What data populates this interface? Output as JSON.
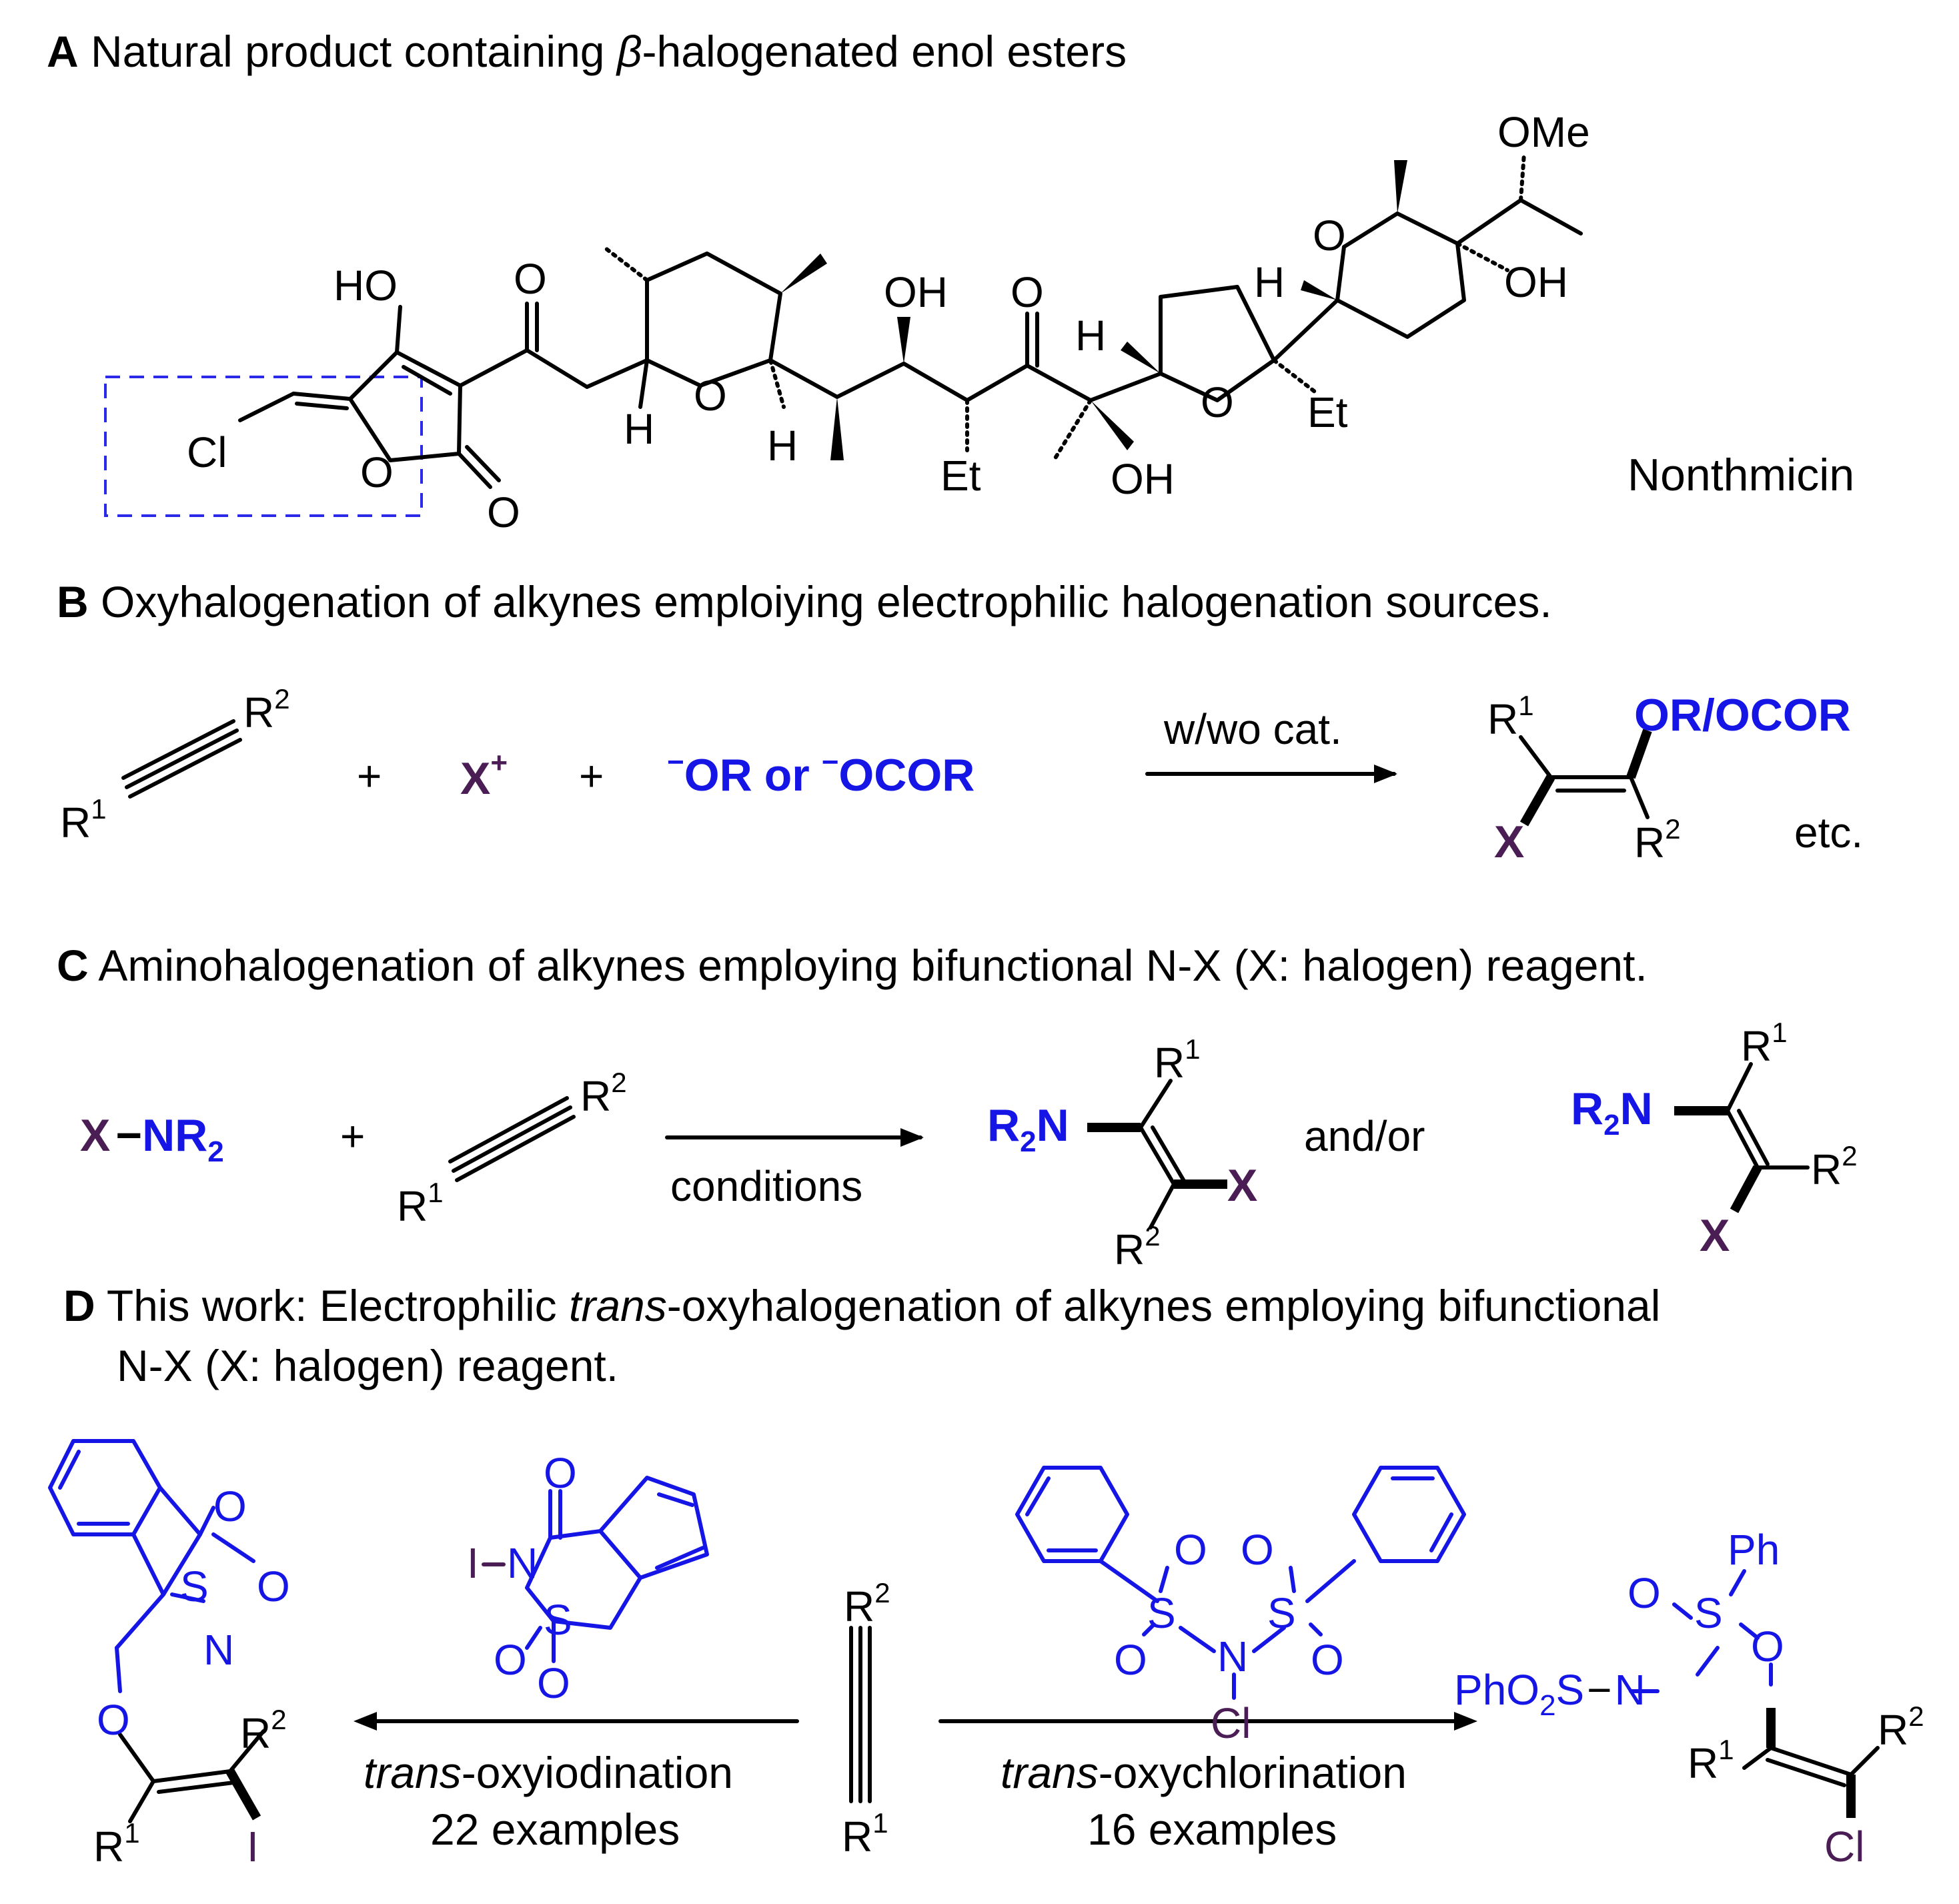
{
  "sections": {
    "A": {
      "letter": "A",
      "title_pre": " Natural product containing ",
      "title_beta": "β",
      "title_post": "-halogenated enol esters"
    },
    "B": {
      "letter": "B",
      "title": " Oxyhalogenation of alkynes emploiying electrophilic halogenation sources."
    },
    "C": {
      "letter": "C",
      "title": " Aminohalogenation of alkynes employing bifunctional N-X (X: halogen)  reagent."
    },
    "D": {
      "letter": "D",
      "title_pre": " This work: Electrophilic ",
      "title_it": "trans",
      "title_post": "-oxyhalogenation of alkynes employing bifunctional",
      "title_line2": "N-X (X: halogen) reagent."
    }
  },
  "nonthmicin": {
    "name": "Nonthmicin",
    "labels": {
      "ho": "HO",
      "o_ketone1": "O",
      "o_ketone2": "O",
      "oh1": "OH",
      "oh2": "OH",
      "oh3": "OH",
      "ome": "OMe",
      "cl": "Cl",
      "o_ring1": "O",
      "o_ring2": "O",
      "o_ring3": "O",
      "o_ring4": "O",
      "o_lactone": "O",
      "h1": "H",
      "h2": "H",
      "h3": "H",
      "h4": "H",
      "et1": "Et",
      "et2": "Et"
    }
  },
  "schemeB": {
    "r1": "R",
    "r1_sup": "1",
    "r2": "R",
    "r2_sup": "2",
    "plus": "+",
    "x": "X",
    "x_charge": "+",
    "minus": "−",
    "or": "OR",
    "or_word": "or",
    "ocor": "OCOR",
    "arrow_label": "w/wo cat.",
    "prod_oror": "OR/OCOR",
    "prod_x": "X",
    "etc": "etc."
  },
  "schemeC": {
    "x": "X",
    "dash": "−",
    "nr": "NR",
    "nr_sub": "2",
    "plus": "+",
    "arrow_label": "conditions",
    "r2n": "R",
    "r2n_sub": "2",
    "r2n_n": "N",
    "x_prod": "X",
    "andor": "and/or",
    "r": "R",
    "sup1": "1",
    "sup2": "2"
  },
  "schemeD": {
    "left_label1_it": "trans",
    "left_label1": "-oxyiodination",
    "left_label2": "22 examples",
    "right_label1_it": "trans",
    "right_label1": "-oxychlorination",
    "right_label2": "16 examples",
    "s": "S",
    "o": "O",
    "n": "N",
    "i": "I",
    "cl": "Cl",
    "ph": "Ph",
    "pho2s": "PhO",
    "pho2s_sub": "2",
    "pho2s_s": "S",
    "r": "R",
    "sup1": "1",
    "sup2": "2",
    "dash": "−"
  }
}
